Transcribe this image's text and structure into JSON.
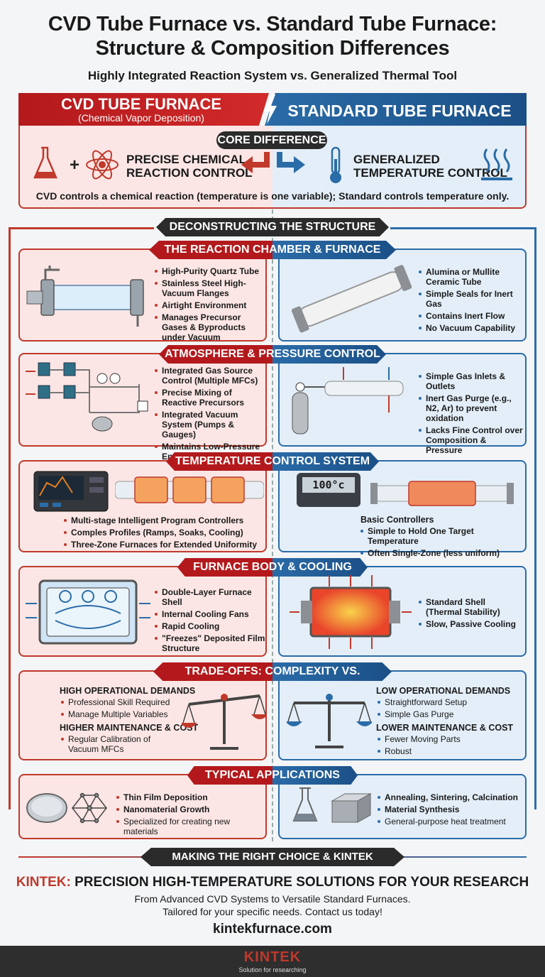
{
  "header": {
    "title_line1": "CVD Tube Furnace vs. Standard Tube Furnace:",
    "title_line2": "Structure & Composition Differences",
    "subtitle": "Highly Integrated Reaction System vs. Generalized Thermal Tool"
  },
  "banner": {
    "cvd_title": "CVD TUBE FURNACE",
    "cvd_sub": "(Chemical Vapor Deposition)",
    "std_title": "STANDARD TUBE FURNACE"
  },
  "core": {
    "label": "CORE DIFFERENCE",
    "cvd_line1": "PRECISE CHEMICAL",
    "cvd_line2": "REACTION CONTROL",
    "std_line1": "GENERALIZED",
    "std_line2": "TEMPERATURE CONTROL",
    "note": "CVD controls a chemical reaction (temperature is one variable); Standard controls temperature only."
  },
  "deconstructing": "DECONSTRUCTING THE STRUCTURE",
  "sections": {
    "chamber": {
      "title": "THE REACTION CHAMBER & FURNACE TUBE",
      "cvd": [
        "High-Purity Quartz Tube",
        "Stainless Steel High-Vacuum Flanges",
        "Airtight Environment",
        "Manages Precursor Gases & Byproducts under Vacuum"
      ],
      "std": [
        "Alumina or Mullite Ceramic Tube",
        "Simple Seals for Inert Gas",
        "Contains Inert Flow",
        "No Vacuum Capability"
      ]
    },
    "atmosphere": {
      "title": "ATMOSPHERE & PRESSURE CONTROL",
      "cvd": [
        "Integrated Gas Source Control (Multiple MFCs)",
        "Precise Mixing of Reactive Precursors",
        "Integrated Vacuum System (Pumps & Gauges)",
        "Maintains Low-Pressure Environment"
      ],
      "std": [
        "Simple Gas Inlets & Outlets",
        "Inert Gas Purge (e.g., N2, Ar) to prevent oxidation",
        "Lacks Fine Control over Composition & Pressure"
      ]
    },
    "temperature": {
      "title": "TEMPERATURE CONTROL SYSTEM",
      "cvd": [
        "Multi-stage Intelligent Program Controllers",
        "Comples Profiles (Ramps, Soaks, Cooling)",
        "Three-Zone Furnaces for Extended Uniformity"
      ],
      "std_heading": "Basic Controllers",
      "std": [
        "Simple to Hold One Target Temperature",
        "Often Single-Zone (less uniform)"
      ],
      "display": "100°c"
    },
    "body": {
      "title": "FURNACE BODY & COOLING",
      "cvd": [
        "Double-Layer Furnace Shell",
        "Internal Cooling Fans",
        "Rapid Cooling",
        "\"Freezes\" Deposited Film Structure"
      ],
      "std": [
        "Standard Shell (Thermal Stability)",
        "Slow, Passive Cooling"
      ]
    },
    "tradeoffs": {
      "title": "TRADE-OFFS: COMPLEXITY VS. SIMPLICITY",
      "cvd_h1": "HIGH OPERATIONAL DEMANDS",
      "cvd_l1": [
        "Professional Skill Required",
        "Manage Multiple Variables"
      ],
      "cvd_h2": "HIGHER MAINTENANCE & COST",
      "cvd_l2": [
        "Regular Calibration of Vacuum MFCs"
      ],
      "std_h1": "LOW OPERATIONAL DEMANDS",
      "std_l1": [
        "Straightforward Setup",
        "Simple Gas Purge"
      ],
      "std_h2": "LOWER MAINTENANCE & COST",
      "std_l2": [
        "Fewer Moving Parts",
        "Robust"
      ]
    },
    "applications": {
      "title": "TYPICAL APPLICATIONS",
      "cvd": [
        "Thin Film Deposition",
        "Nanomaterial Growth",
        "Specialized for creating new materials"
      ],
      "std": [
        "Annealing, Sintering, Calcination",
        "Material Synthesis",
        "General-purpose heat treatment"
      ]
    }
  },
  "footer": {
    "choice": "MAKING THE RIGHT CHOICE & KINTEK SOLUTIONS",
    "brand": "KINTEK:",
    "headline": " PRECISION HIGH-TEMPERATURE SOLUTIONS FOR YOUR RESEARCH",
    "line1": "From Advanced CVD Systems to Versatile Standard Furnaces.",
    "line2": "Tailored for your specific needs. Contact us today!",
    "url": "kintekfurnace.com",
    "logo": "KINTEK",
    "tagline": "Solution for researching"
  },
  "colors": {
    "cvd_red": "#c0392b",
    "std_blue": "#2a6ca8",
    "dark": "#2b2b2b"
  }
}
